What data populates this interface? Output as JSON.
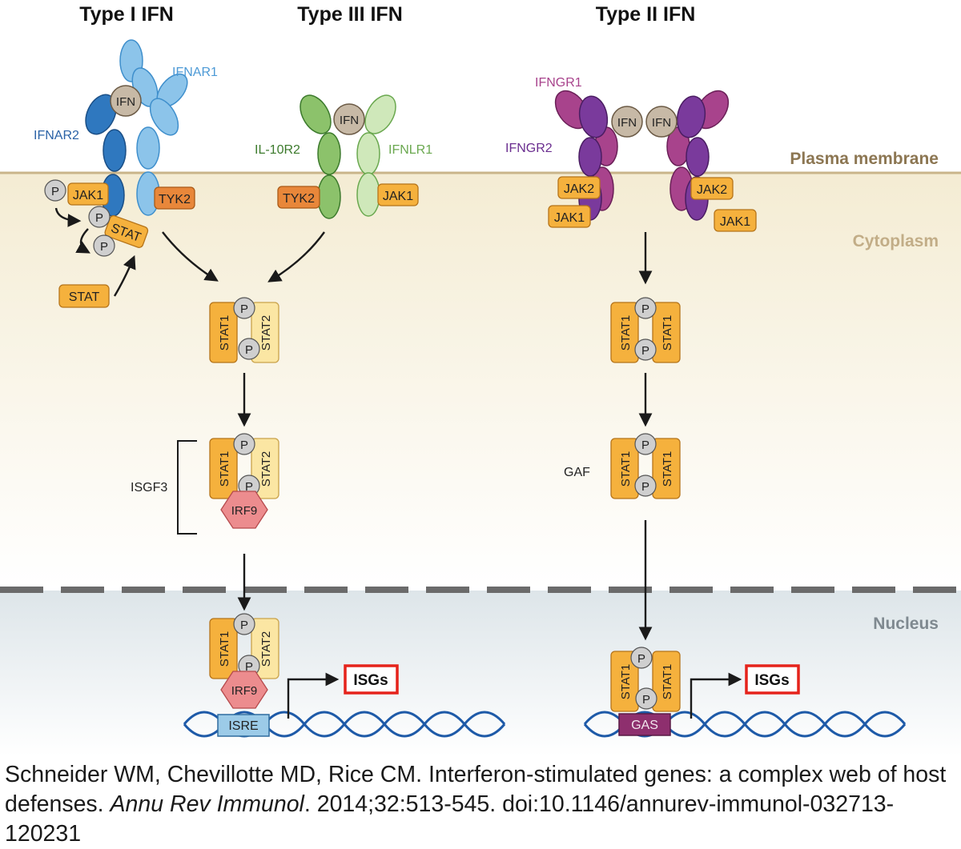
{
  "headings": {
    "type1": "Type I IFN",
    "type3": "Type III IFN",
    "type2": "Type II IFN"
  },
  "compartments": {
    "membrane": "Plasma membrane",
    "cytoplasm": "Cytoplasm",
    "nucleus": "Nucleus"
  },
  "receptors": {
    "ifnar1": "IFNAR1",
    "ifnar2": "IFNAR2",
    "il10r2": "IL-10R2",
    "ifnlr1": "IFNLR1",
    "ifngr1": "IFNGR1",
    "ifngr2": "IFNGR2"
  },
  "molecules": {
    "ifn": "IFN",
    "jak1": "JAK1",
    "jak2": "JAK2",
    "tyk2": "TYK2",
    "stat": "STAT",
    "stat1": "STAT1",
    "stat2": "STAT2",
    "irf9": "IRF9",
    "p": "P"
  },
  "complexes": {
    "isgf3": "ISGF3",
    "gaf": "GAF"
  },
  "dna": {
    "isre": "ISRE",
    "gas": "GAS",
    "isgs": "ISGs"
  },
  "citation": {
    "authors": "Schneider WM, Chevillotte MD, Rice CM. Interferon-stimulated genes: a complex web of host defenses.",
    "journal": "Annu Rev Immunol",
    "details": ". 2014;32:513-545. doi:10.1146/annurev-immunol-032713-120231"
  },
  "colors": {
    "membrane_line": "#c9b48a",
    "cytoplasm_top": "#f6efd9",
    "nucleus_top": "#dfe6ea",
    "stat_orange": "#f5b13d",
    "stat_light": "#fbe6a3",
    "jak_orange": "#f5b13d",
    "tyk2_orange": "#e8873a",
    "irf9_pink": "#ec8c8e",
    "ifnar1_blue": "#8cc4ea",
    "ifnar2_blue": "#2f78bf",
    "type3_green": "#8cc26b",
    "ifngr_purple": "#8a3d8f",
    "ifn_tan": "#c7b9a6",
    "dna_blue": "#1e5aa8",
    "isgs_box": "#e5231b"
  }
}
